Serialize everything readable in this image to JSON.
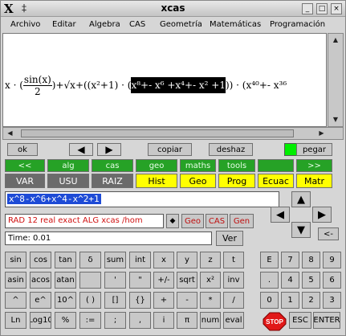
{
  "window": {
    "title": "xcas",
    "logo_letter": "X",
    "pin": "‡",
    "min_label": "_",
    "max_label": "□",
    "close_label": "×"
  },
  "menu": [
    "Archivo",
    "Editar",
    "Algebra",
    "CAS",
    "Geometría",
    "Matemáticas",
    "Programación"
  ],
  "display": {
    "x_prefix": "x · (",
    "frac_num": "sin(x)",
    "frac_den": "2",
    "after_frac": ")+",
    "sqrt": "√x",
    "mid": "+((x²+1) · (",
    "hl": "x⁸+- x⁶ +x⁴+- x² +1",
    "tail": ")) · (x⁴⁰+- x³⁶"
  },
  "toolbar1": {
    "ok": "ok",
    "left": "◀",
    "right": "▶",
    "copy": "copiar",
    "undo": "deshaz",
    "paste": "pegar"
  },
  "toolbar2": [
    "<<",
    "alg",
    "cas",
    "geo",
    "maths",
    "tools",
    "",
    ">>"
  ],
  "toolbar3_gray": [
    "VAR",
    "USU",
    "RAIZ"
  ],
  "toolbar3_yellow": [
    "Hist",
    "Geo",
    "Prog",
    "Ecuac",
    "Matr"
  ],
  "input": {
    "value": "x^8-x^6+x^4-x^2+1"
  },
  "status": {
    "text": "RAD 12 real exact ALG xcas /hom",
    "diamond": "◆",
    "geo": "Geo",
    "cas": "CAS",
    "gen": "Gen"
  },
  "time": {
    "text": "Time: 0.01",
    "ver": "Ver"
  },
  "nav": {
    "up": "▲",
    "down": "▼",
    "left": "◀",
    "right": "▶",
    "back": "<-"
  },
  "keys_left": [
    [
      "sin",
      "cos",
      "tan",
      "δ",
      "sum",
      "int"
    ],
    [
      "asin",
      "acos",
      "atan",
      "",
      "'",
      "\""
    ],
    [
      "^",
      "e^",
      "10^",
      "( )",
      "[]",
      "{}"
    ],
    [
      "Ln",
      "Log10",
      "%",
      ":=",
      ";",
      ","
    ]
  ],
  "keys_mid": [
    [
      "x",
      "y",
      "z",
      "t"
    ],
    [
      "+/-",
      "sqrt",
      "x²",
      "inv"
    ],
    [
      "+",
      "-",
      "*",
      "/"
    ],
    [
      "i",
      "π",
      "num",
      "eval"
    ]
  ],
  "keys_right": [
    [
      "E",
      "7",
      "8",
      "9"
    ],
    [
      ".",
      "4",
      "5",
      "6"
    ],
    [
      "0",
      "1",
      "2",
      "3"
    ],
    [
      "",
      "ESC",
      "ENTER"
    ]
  ],
  "stop_label": "STOP"
}
